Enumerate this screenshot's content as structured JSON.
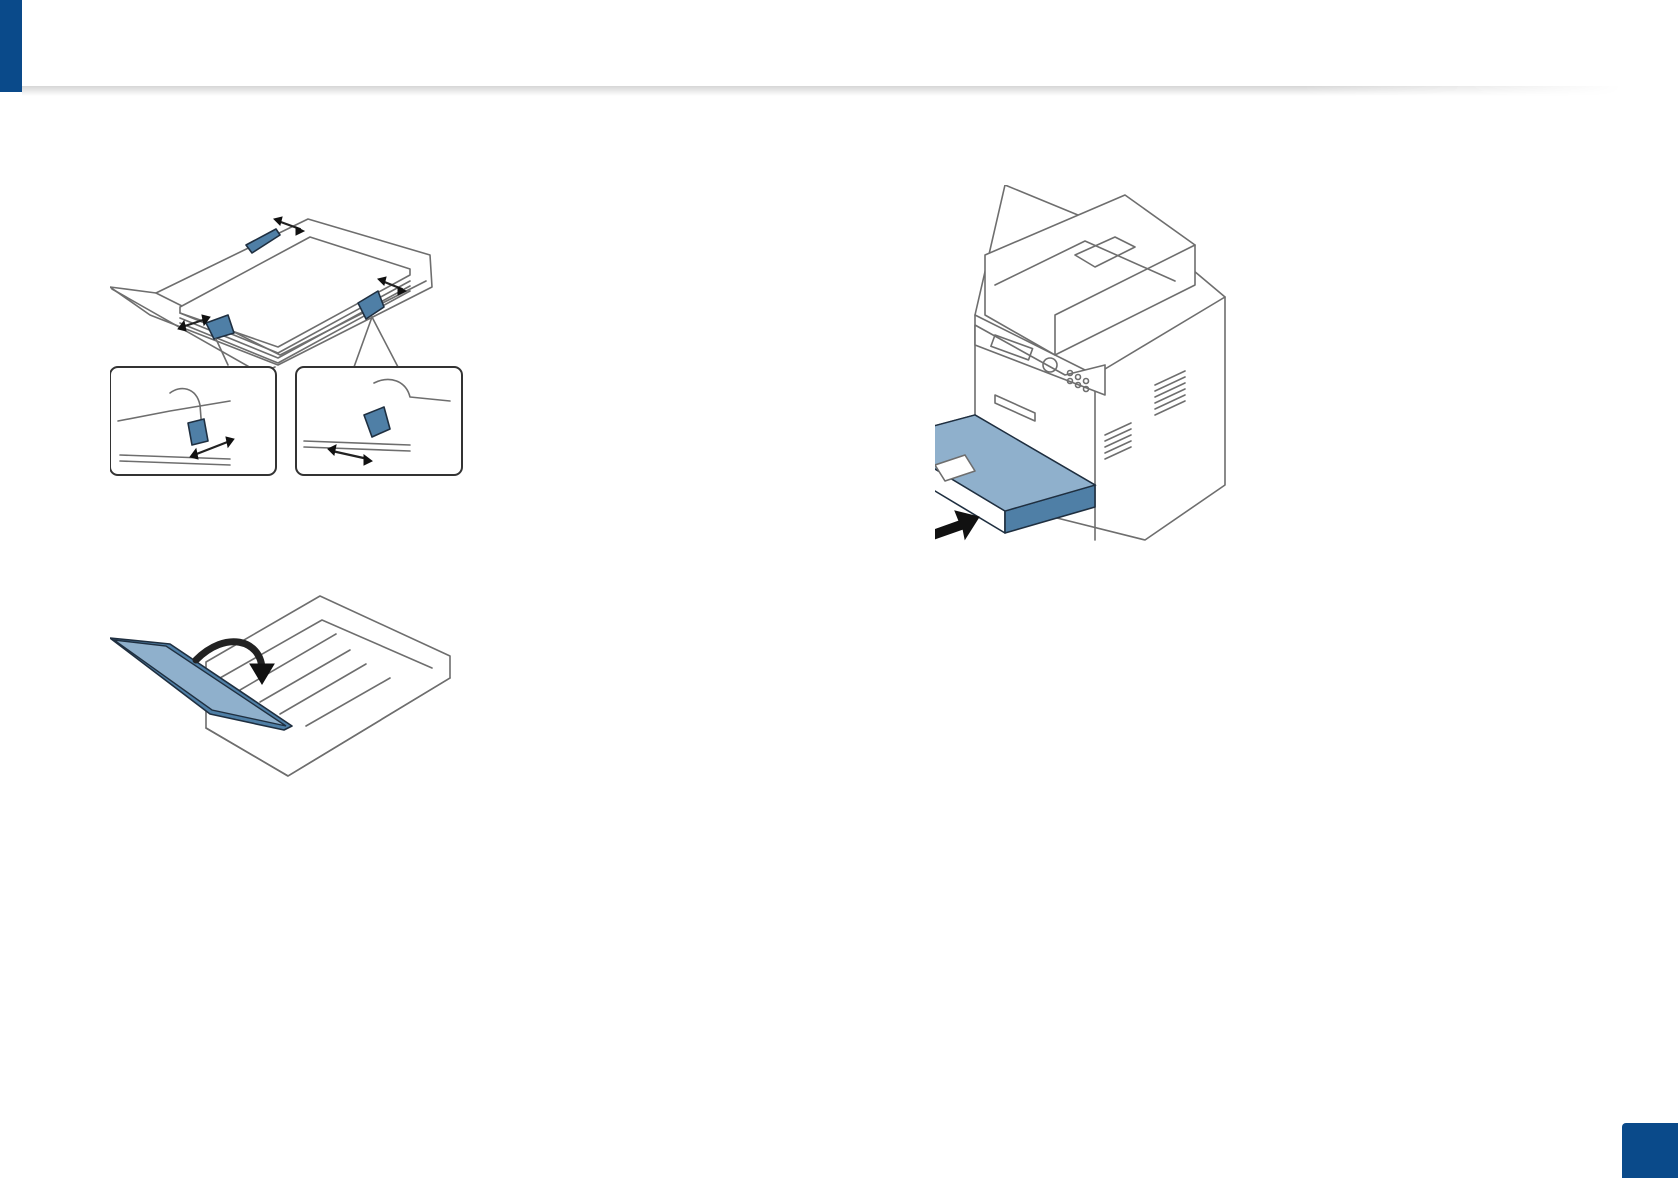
{
  "page": {
    "number": "",
    "colors": {
      "accent": "#0a4a8a",
      "illustration_blue": "#4f7fa6"
    }
  },
  "figures": [
    {
      "name": "paper-guides-adjust",
      "icon": "tray-guides-illustration"
    },
    {
      "name": "tray-cover-close",
      "icon": "tray-cover-illustration"
    },
    {
      "name": "insert-tray-printer",
      "icon": "printer-tray-insert-illustration"
    }
  ]
}
